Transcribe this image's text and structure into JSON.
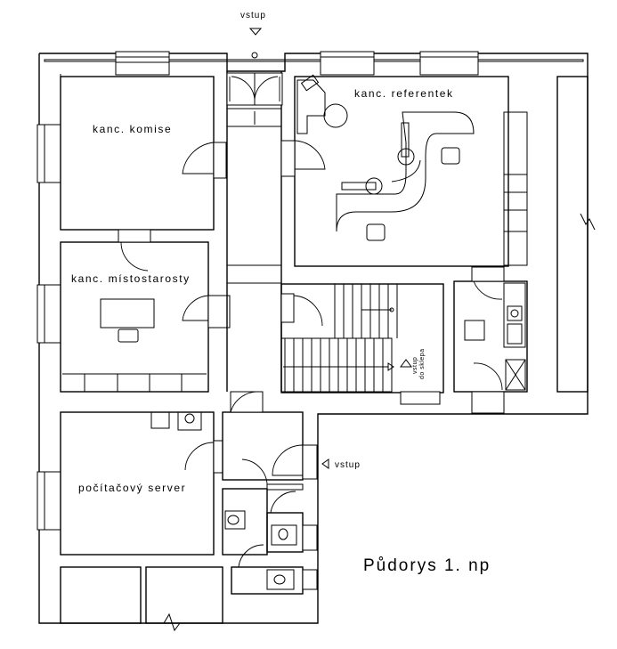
{
  "labels": {
    "entrance_top": "vstup",
    "office_commission": "kanc. komise",
    "office_clerks": "kanc. referentek",
    "office_deputy_mayor": "kanc. místostarosty",
    "server_room": "počítačový server",
    "entrance_right": "vstup",
    "cellar_entrance_line1": "vstup",
    "cellar_entrance_line2": "do sklepa",
    "plan_title": "Půdorys  1. np"
  }
}
